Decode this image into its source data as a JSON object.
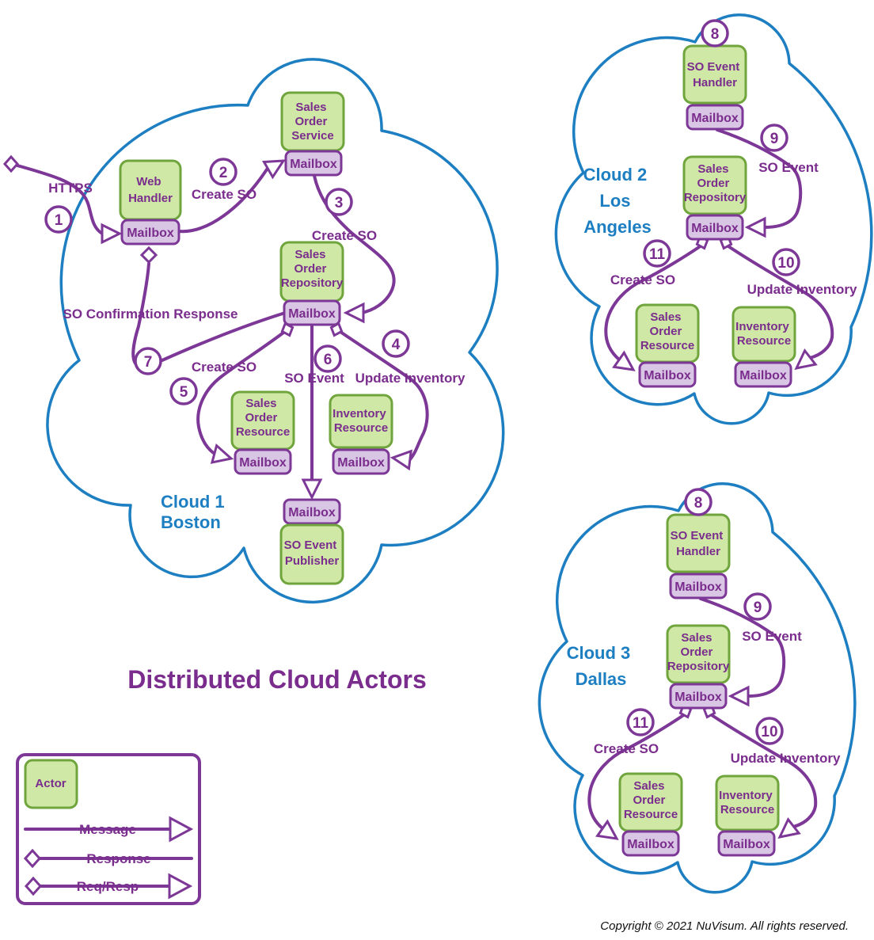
{
  "title": "Distributed Cloud Actors",
  "copyright": "Copyright © 2021 NuVisum. All rights reserved.",
  "mailbox_label": "Mailbox",
  "colors": {
    "actor_fill": "#cfe8a6",
    "actor_border": "#6fa53c",
    "mailbox_fill": "#d9c6e4",
    "purple": "#7d3897",
    "text_purple": "#7a2d8d",
    "cloud_blue": "#1d7fc1"
  },
  "legend": {
    "actor_label": "Actor",
    "message_label": "Message",
    "response_label": "Response",
    "reqresp_label": "Req/Resp"
  },
  "clouds": {
    "cloud1": {
      "label_lines": [
        "Cloud 1",
        "Boston"
      ],
      "actors": {
        "web_handler": [
          "Web",
          "Handler"
        ],
        "sales_order_service": [
          "Sales",
          "Order",
          "Service"
        ],
        "sales_order_repository": [
          "Sales",
          "Order",
          "Repository"
        ],
        "sales_order_resource": [
          "Sales",
          "Order",
          "Resource"
        ],
        "inventory_resource": [
          "Inventory",
          "Resource"
        ],
        "so_event_publisher": [
          "SO Event",
          "Publisher"
        ]
      },
      "messages": [
        {
          "num": "1",
          "label": "HTTPS"
        },
        {
          "num": "2",
          "label": "Create SO"
        },
        {
          "num": "3",
          "label": "Create SO"
        },
        {
          "num": "4",
          "label": "Update Inventory"
        },
        {
          "num": "5",
          "label": "Create SO"
        },
        {
          "num": "6",
          "label": "SO Event"
        },
        {
          "num": "7",
          "label": "SO Confirmation Response"
        }
      ]
    },
    "cloud2": {
      "label_lines": [
        "Cloud 2",
        "Los",
        "Angeles"
      ],
      "actors": {
        "so_event_handler": [
          "SO Event",
          "Handler"
        ],
        "sales_order_repository": [
          "Sales",
          "Order",
          "Repository"
        ],
        "sales_order_resource": [
          "Sales",
          "Order",
          "Resource"
        ],
        "inventory_resource": [
          "Inventory",
          "Resource"
        ]
      },
      "messages": [
        {
          "num": "8",
          "label": ""
        },
        {
          "num": "9",
          "label": "SO Event"
        },
        {
          "num": "10",
          "label": "Update Inventory"
        },
        {
          "num": "11",
          "label": "Create SO"
        }
      ]
    },
    "cloud3": {
      "label_lines": [
        "Cloud 3",
        "Dallas"
      ],
      "actors": {
        "so_event_handler": [
          "SO Event",
          "Handler"
        ],
        "sales_order_repository": [
          "Sales",
          "Order",
          "Repository"
        ],
        "sales_order_resource": [
          "Sales",
          "Order",
          "Resource"
        ],
        "inventory_resource": [
          "Inventory",
          "Resource"
        ]
      },
      "messages": [
        {
          "num": "8",
          "label": ""
        },
        {
          "num": "9",
          "label": "SO Event"
        },
        {
          "num": "10",
          "label": "Update Inventory"
        },
        {
          "num": "11",
          "label": "Create SO"
        }
      ]
    }
  }
}
